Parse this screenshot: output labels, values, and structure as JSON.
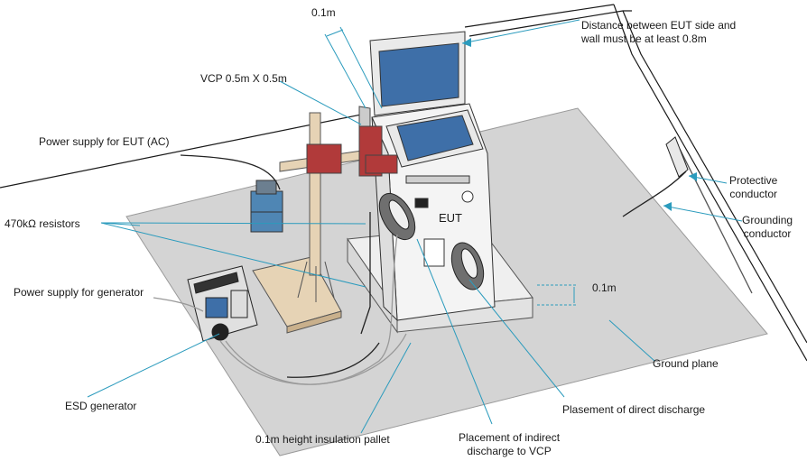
{
  "labels": {
    "dist_01m_top": "0.1m",
    "distance_line1": "Distance between EUT side and",
    "distance_line2": "wall must be at least 0.8m",
    "vcp": "VCP 0.5m X 0.5m",
    "power_eut": "Power supply for EUT (AC)",
    "resistors": "470kΩ resistors",
    "power_gen": "Power supply for generator",
    "esd_gen": "ESD generator",
    "pallet": "0.1m height insulation pallet",
    "indirect_line1": "Placement of indirect",
    "indirect_line2": "discharge to VCP",
    "direct": "Plasement of direct discharge",
    "ground_plane": "Ground plane",
    "dist_01m_right": "0.1m",
    "protective_line1": "Protective",
    "protective_line2": "conductor",
    "grounding_line1": "Grounding",
    "grounding_line2": "conductor",
    "eut": "EUT"
  },
  "colors": {
    "leader": "#2b9bbd",
    "plane": "#d4d4d4",
    "wood": "#e6d3b5",
    "vcp": "#b13a3a",
    "screen": "#3e6fa8",
    "transformer": "#4f86b4"
  }
}
